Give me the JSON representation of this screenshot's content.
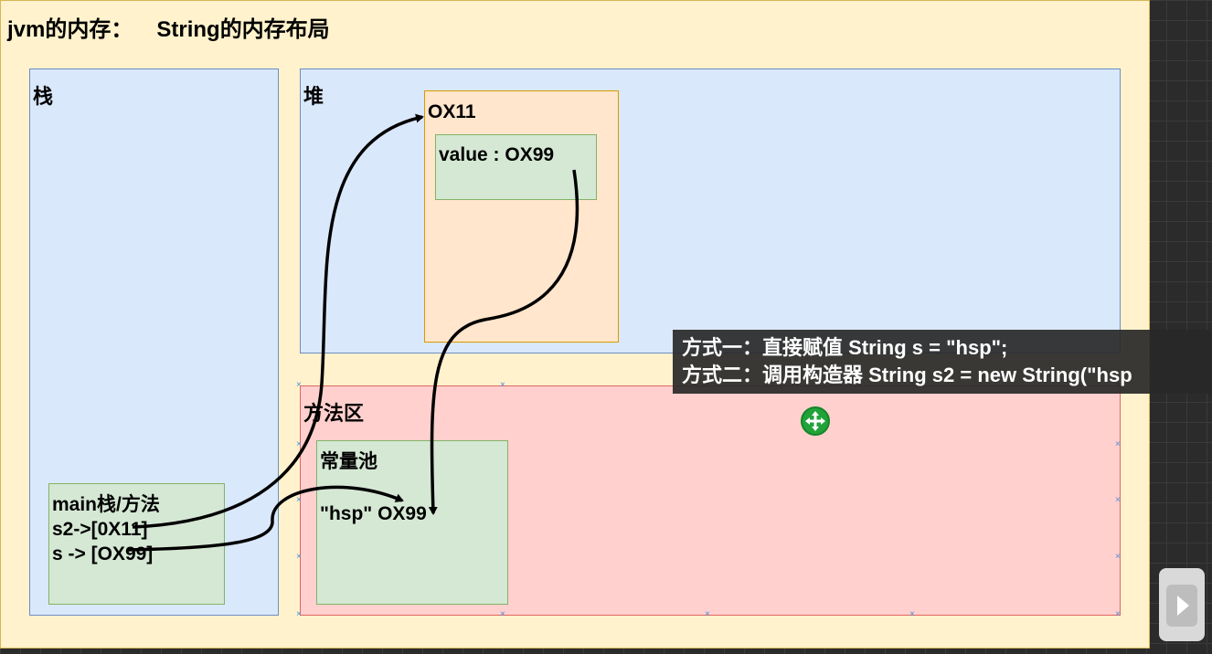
{
  "title": {
    "part1": "jvm的内存：",
    "part2": "String的内存布局"
  },
  "stack": {
    "label": "栈",
    "frame": {
      "lines": [
        "main栈/方法",
        "s2->[0X11]",
        "s -> [OX99]"
      ]
    }
  },
  "heap": {
    "label": "堆",
    "object": {
      "address": "OX11",
      "field": "value : OX99"
    }
  },
  "method_area": {
    "label": "方法区",
    "constant_pool": {
      "label": "常量池",
      "entry": "\"hsp\" OX99"
    }
  },
  "tooltip": {
    "line1": "方式一：直接赋值 String s = \"hsp\";",
    "line2": "方式二：调用构造器 String s2 = new String(\"hsp"
  },
  "colors": {
    "background": "#fff2cc",
    "stack_heap": "#dae8fc",
    "object": "#ffe6cc",
    "green_box": "#d5e8d4",
    "method_area": "#ffd0cd",
    "move_icon": "#21a33a"
  },
  "icons": {
    "move": "move-icon",
    "play": "play-icon"
  }
}
